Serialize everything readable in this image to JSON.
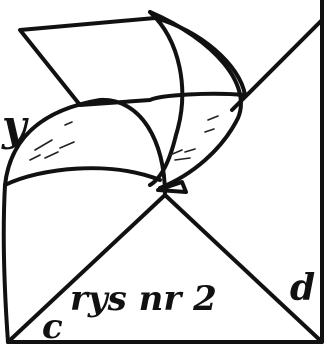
{
  "figure": {
    "caption": "rys nr 2",
    "labels": {
      "top_left": "y",
      "bottom_left": "c",
      "bottom_right": "d"
    }
  }
}
